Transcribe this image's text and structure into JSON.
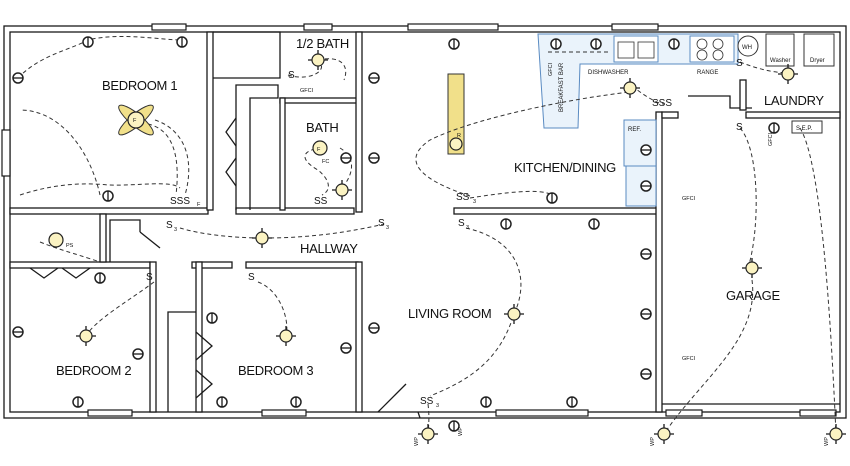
{
  "rooms": {
    "bedroom1": "BEDROOM 1",
    "half_bath": "1/2 BATH",
    "bath": "BATH",
    "hallway": "HALLWAY",
    "kitchen": "KITCHEN/DINING",
    "laundry": "LAUNDRY",
    "living": "LIVING ROOM",
    "garage": "GARAGE",
    "bedroom2": "BEDROOM 2",
    "bedroom3": "BEDROOM 3"
  },
  "appliances": {
    "dishwasher": "DISHWASHER",
    "range": "RANGE",
    "breakfast_bar": "BREAKFAST BAR",
    "water_heater": "WH",
    "washer": "Washer",
    "dryer": "Dryer",
    "refrigerator": "REF.",
    "sep": "S.E.P."
  },
  "symbols": {
    "fan": "F",
    "fan_switch": "F",
    "bath_fan": "F",
    "fan_light_bath": "FC",
    "gfci": "GFCI",
    "pull_switch": "PS",
    "range_hood": "R",
    "wp": "WP",
    "switch": "S",
    "three_way": "S",
    "subscript": "3",
    "switch_pair": "SS",
    "switch_triple": "SSS",
    "ss3": "SS"
  },
  "colors": {
    "wall": "#1a1a1a",
    "fixture_fill": "#fbf3c2",
    "range_hood_fill": "#f1e08a",
    "counter_edge": "#5a8bc2"
  }
}
